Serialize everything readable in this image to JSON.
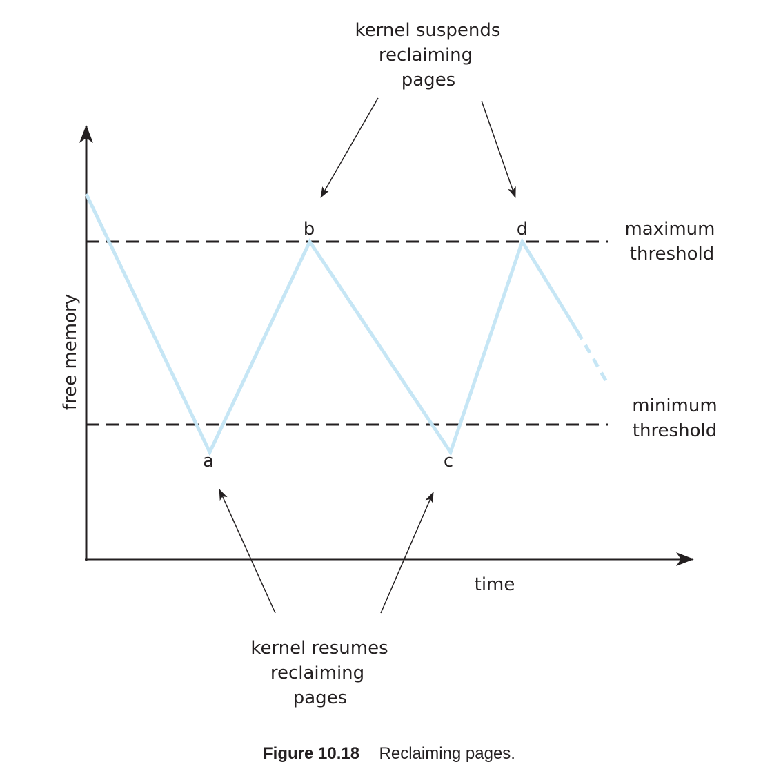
{
  "axes": {
    "y_label": "free memory",
    "x_label": "time"
  },
  "thresholds": {
    "max_line1": "maximum",
    "max_line2": "threshold",
    "min_line1": "minimum",
    "min_line2": "threshold"
  },
  "points": {
    "a": "a",
    "b": "b",
    "c": "c",
    "d": "d"
  },
  "annotations": {
    "suspends": [
      "kernel suspends",
      "reclaiming",
      "pages"
    ],
    "resumes": [
      "kernel resumes",
      "reclaiming",
      "pages"
    ]
  },
  "caption": {
    "number": "Figure 10.18",
    "text": "Reclaiming pages."
  },
  "colors": {
    "curve": "#c6e6f5",
    "ink": "#231f20"
  }
}
